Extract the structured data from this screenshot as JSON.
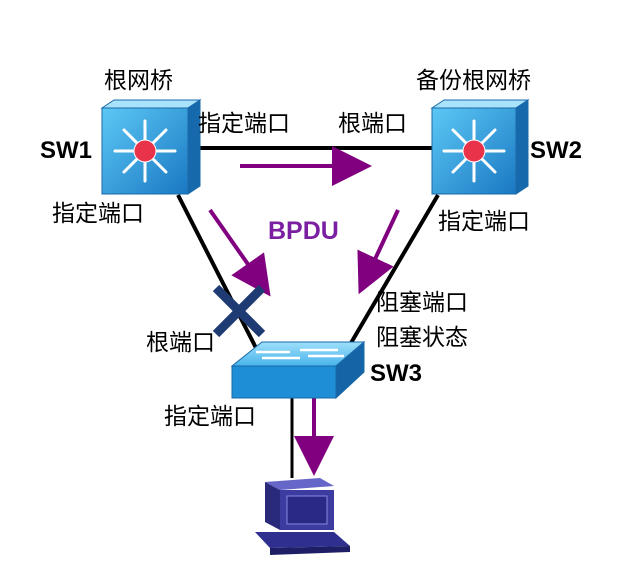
{
  "switches": {
    "sw1": {
      "name": "SW1",
      "role": "根网桥",
      "right_port": "指定端口",
      "bottom_port": "指定端口"
    },
    "sw2": {
      "name": "SW2",
      "role": "备份根网桥",
      "left_port": "根端口",
      "bottom_port": "指定端口"
    },
    "sw3": {
      "name": "SW3",
      "left_port": "根端口",
      "right_port": "阻塞端口",
      "right_state": "阻塞状态",
      "bottom_port": "指定端口"
    }
  },
  "bpdu_label": "BPDU",
  "colors": {
    "link": "#000000",
    "bpdu_arrow": "#800080",
    "switch_body": "#1e90d6",
    "switch_light": "#7fd0f5",
    "root_dot": "#e8334a",
    "blocked_x": "#1f3b73",
    "pc": "#34348f"
  },
  "icons": [
    "core-switch-icon",
    "access-switch-icon",
    "pc-icon",
    "blocked-x-icon"
  ]
}
